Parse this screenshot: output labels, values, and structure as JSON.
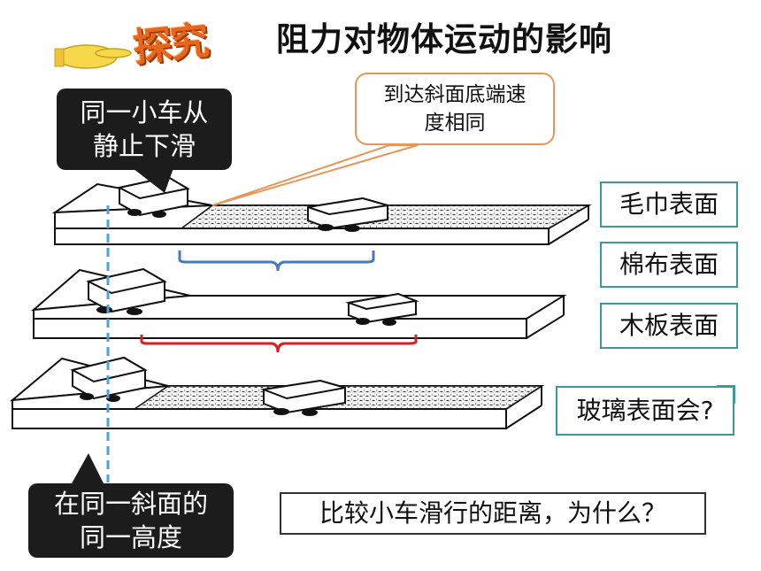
{
  "header": {
    "logo_text": "探究",
    "title": "阻力对物体运动的影响"
  },
  "callouts": {
    "start_line1": "同一小车从",
    "start_line2": "静止下滑",
    "speed_line1": "到达斜面底端速",
    "speed_line2": "度相同",
    "height_line1": "在同一斜面的",
    "height_line2": "同一高度"
  },
  "surfaces": {
    "towel": "毛巾表面",
    "cotton": "棉布表面",
    "wood": "木板表面",
    "glass": "玻璃表面会?"
  },
  "question": "比较小车滑行的距离，为什么？",
  "colors": {
    "towel_brace": "#4a7ab5",
    "wood_brace": "#d42020",
    "height_line": "#4aa3d8",
    "speed_callout_border": "#e8955a",
    "label_border": "#3a9a9a",
    "logo": "#e8651a"
  }
}
